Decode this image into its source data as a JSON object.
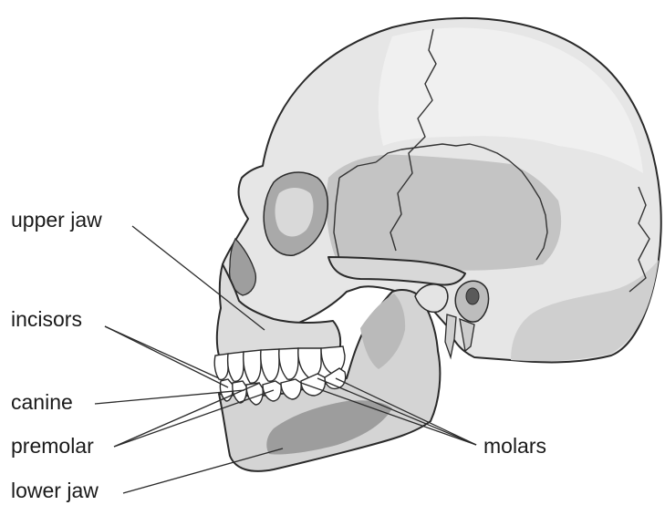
{
  "labels": {
    "upper_jaw": "upper jaw",
    "incisors": "incisors",
    "canine": "canine",
    "premolar": "premolar",
    "molars": "molars",
    "lower_jaw": "lower jaw"
  },
  "colors": {
    "bone_light": "#e8e8e8",
    "bone_mid": "#c6c6c6",
    "bone_dark": "#9c9c9c",
    "outline": "#2a2a2a",
    "teeth": "#ffffff",
    "text": "#1a1a1a"
  }
}
